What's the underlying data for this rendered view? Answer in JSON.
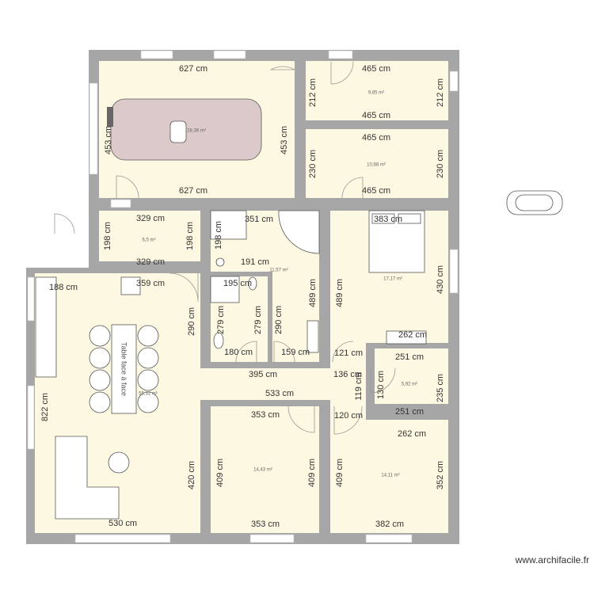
{
  "colors": {
    "wall": "#a6a6a6",
    "floor": "#fdf8e1"
  },
  "garage": {
    "area": "28,36 m²",
    "top": "627 cm",
    "bottom": "627 cm",
    "left": "453 cm",
    "right": "453 cm"
  },
  "room_a": {
    "area": "9,85 m²",
    "top": "465 cm",
    "bottom": "465 cm",
    "left": "212 cm",
    "right": "212 cm"
  },
  "room_b": {
    "area": "10,88 m²",
    "top": "465 cm",
    "bottom": "465 cm",
    "left": "230 cm",
    "right": "230 cm"
  },
  "room_c": {
    "area": "6,5 m²",
    "top": "329 cm",
    "bottom": "329 cm",
    "left": "198 cm",
    "right": "198 cm"
  },
  "bathroom": {
    "area": "11,57 m²",
    "top": "351 cm",
    "shower": "198 cm",
    "d191": "191 cm",
    "d195": "195 cm",
    "d279a": "279 cm",
    "d279b": "279 cm",
    "d290": "290 cm",
    "d489": "489 cm",
    "d180": "180 cm",
    "d159": "159 cm"
  },
  "bedroom_main": {
    "area": "17,17 m²",
    "bed": "383 cm",
    "left": "489 cm",
    "right": "430 cm",
    "d262": "262 cm",
    "d121": "121 cm"
  },
  "corridor": {
    "d395": "395 cm",
    "d136": "136 cm",
    "d119": "119 cm",
    "d533": "533 cm",
    "d120": "120 cm"
  },
  "small_room": {
    "area": "5,92 m²",
    "top": "251 cm",
    "bottom": "251 cm",
    "left": "130 cm",
    "right": "235 cm"
  },
  "living": {
    "area": "55,32 m²",
    "d188": "188 cm",
    "d359": "359 cm",
    "d290": "290 cm",
    "d822": "822 cm",
    "d420": "420 cm",
    "d530": "530 cm",
    "table": "Table face à face"
  },
  "bedroom_2": {
    "area": "14,43 m²",
    "top": "353 cm",
    "bottom": "353 cm",
    "left": "409 cm",
    "right": "409 cm"
  },
  "bedroom_3": {
    "area": "14,11 m²",
    "top": "262 cm",
    "bottom": "382 cm",
    "left": "409 cm",
    "right": "352 cm"
  },
  "watermark": "www.archifacile.fr"
}
